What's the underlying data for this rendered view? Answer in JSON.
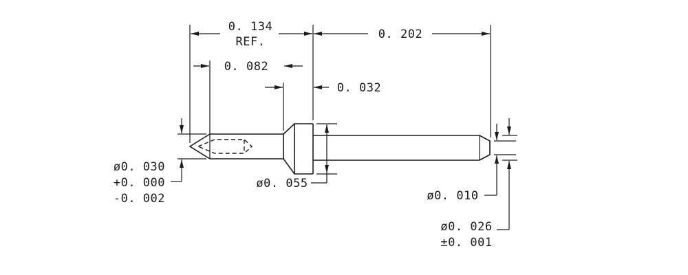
{
  "dimensions": {
    "ref_length": "0. 134",
    "ref_label": "REF.",
    "total_right": "0. 202",
    "tip_length": "0. 082",
    "flange_thickness": "0. 032",
    "tip_diameter": "ø0. 030",
    "tip_tol_plus": "+0. 000",
    "tip_tol_minus": "-0. 002",
    "flange_diameter": "ø0. 055",
    "end_diameter": "ø0. 010",
    "shaft_diameter": "ø0. 026",
    "shaft_tol": "±0. 001"
  }
}
